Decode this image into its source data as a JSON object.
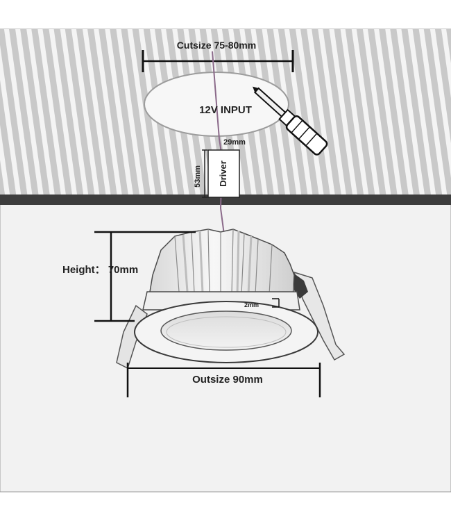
{
  "labels": {
    "cutsize": "Cutsize 75-80mm",
    "input": "12V INPUT",
    "driver_width": "29mm",
    "driver": "Driver",
    "driver_height": "53mm",
    "height": "Height： 70mm",
    "trim": "2mm",
    "outsize": "Outsize 90mm"
  },
  "colors": {
    "ceiling": "#c9c9c9",
    "ceiling_stripe": "#f4f4f4",
    "ceiling_edge": "#3d3d3d",
    "wall": "#f2f2f2",
    "wire": "#8b6a8a",
    "dimension": "#111111",
    "fixture_stroke": "#4a4a4a",
    "fixture_fill": "#e9e9e9"
  },
  "icons": {
    "tool": "screwdriver-icon"
  }
}
